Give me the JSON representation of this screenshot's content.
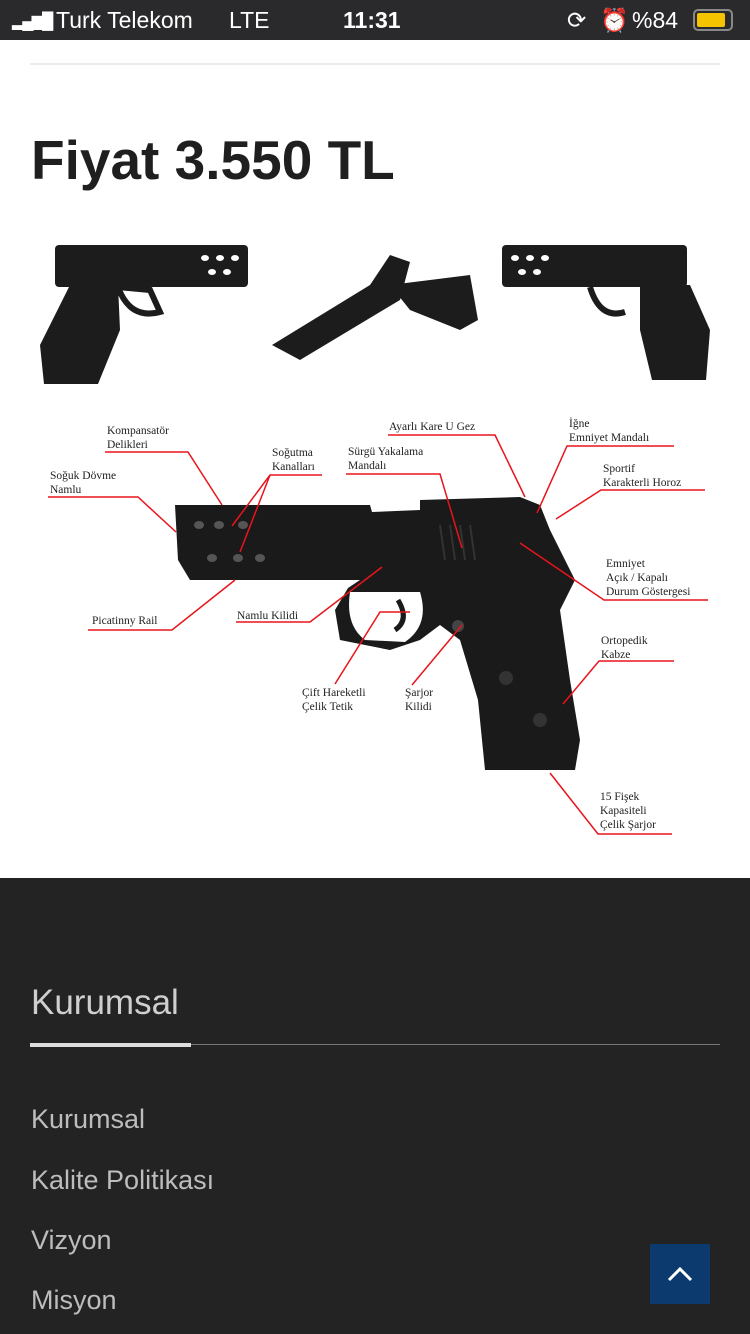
{
  "status_bar": {
    "carrier": "Turk Telekom",
    "network": "LTE",
    "time": "11:31",
    "battery": "%84"
  },
  "product": {
    "price_title": "Fiyat 3.550 TL"
  },
  "diagram_labels": {
    "kompansator": "Kompansatör\nDelikleri",
    "sogutma": "Soğutma\nKanalları",
    "soguk": "Soğuk Dövme\nNamlu",
    "surgu": "Sürgü Yakalama\nMandalı",
    "gez": "Ayarlı Kare U Gez",
    "igne": "İğne\nEmniyet Mandalı",
    "horoz": "Sportif\nKarakterli Horoz",
    "emniyet": "Emniyet\nAçık / Kapalı\nDurum Göstergesi",
    "picatinny": "Picatinny Rail",
    "namlu_kilidi": "Namlu Kilidi",
    "tetik": "Çift Hareketli\nÇelik Tetik",
    "sarjor_kilidi": "Şarjor\nKilidi",
    "kabze": "Ortopedik\nKabze",
    "sarjor": "15 Fişek\nKapasiteli\nÇelik Şarjor"
  },
  "footer": {
    "heading": "Kurumsal",
    "links": [
      "Kurumsal",
      "Kalite Politikası",
      "Vizyon",
      "Misyon"
    ]
  },
  "colors": {
    "accent": "#0d3a6e",
    "leader": "#e8141b"
  }
}
